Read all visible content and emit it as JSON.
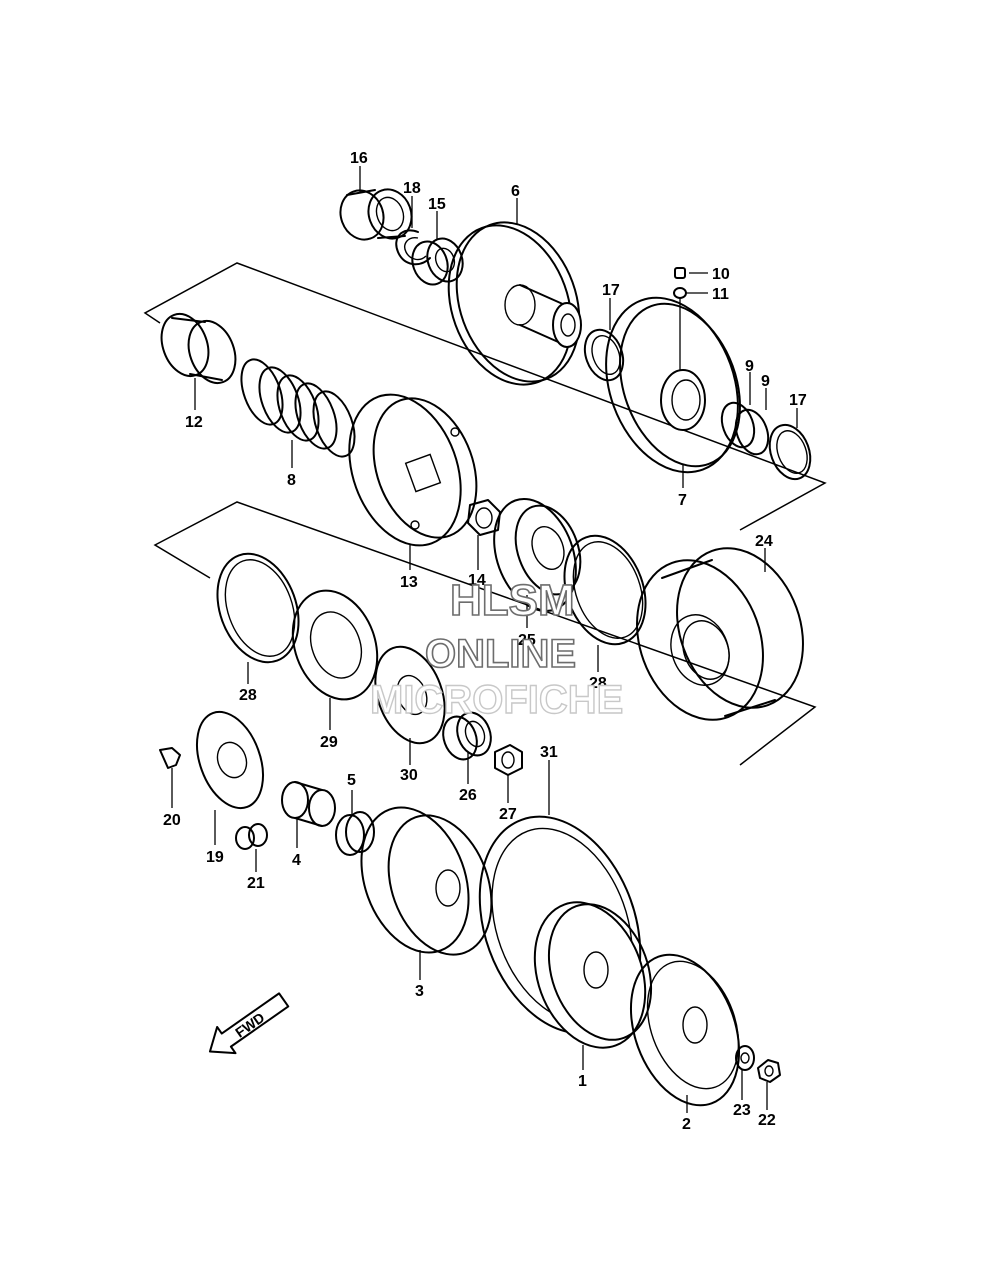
{
  "callouts": {
    "c1": "1",
    "c2": "2",
    "c3": "3",
    "c4": "4",
    "c5": "5",
    "c6": "6",
    "c7": "7",
    "c8": "8",
    "c9a": "9",
    "c9b": "9",
    "c10": "10",
    "c11": "11",
    "c12": "12",
    "c13": "13",
    "c14": "14",
    "c15": "15",
    "c16": "16",
    "c17a": "17",
    "c17b": "17",
    "c18": "18",
    "c19": "19",
    "c20": "20",
    "c21": "21",
    "c22": "22",
    "c23": "23",
    "c24": "24",
    "c25": "25",
    "c26": "26",
    "c27": "27",
    "c28a": "28",
    "c28b": "28",
    "c29": "29",
    "c30": "30",
    "c31": "31"
  },
  "watermark": {
    "line1": "HLSM",
    "line2": "ONLINE",
    "line3": "MICROFICHE"
  },
  "fwd_arrow": {
    "label": "FWD"
  }
}
